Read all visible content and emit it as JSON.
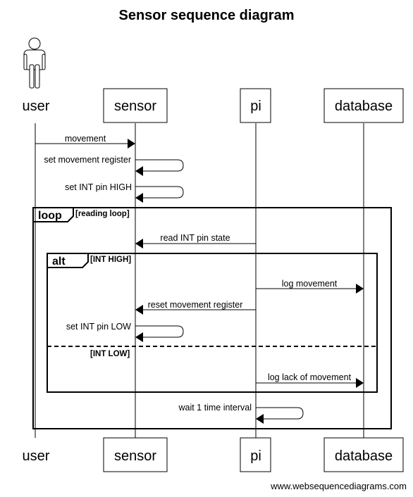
{
  "title": "Sensor sequence diagram",
  "participants": {
    "user": "user",
    "sensor": "sensor",
    "pi": "pi",
    "database": "database"
  },
  "messages": {
    "m1": "movement",
    "m2": "set movement register",
    "m3": "set INT pin HIGH",
    "m4": "read INT pin state",
    "m5": "log movement",
    "m6": "reset movement register",
    "m7": "set INT pin LOW",
    "m8": "log lack of movement",
    "m9": "wait 1 time interval"
  },
  "frames": {
    "loop_tag": "loop",
    "loop_cond": "[reading loop]",
    "alt_tag": "alt",
    "alt_cond_high": "[INT HIGH]",
    "alt_cond_low": "[INT LOW]"
  },
  "watermark": "www.websequencediagrams.com"
}
